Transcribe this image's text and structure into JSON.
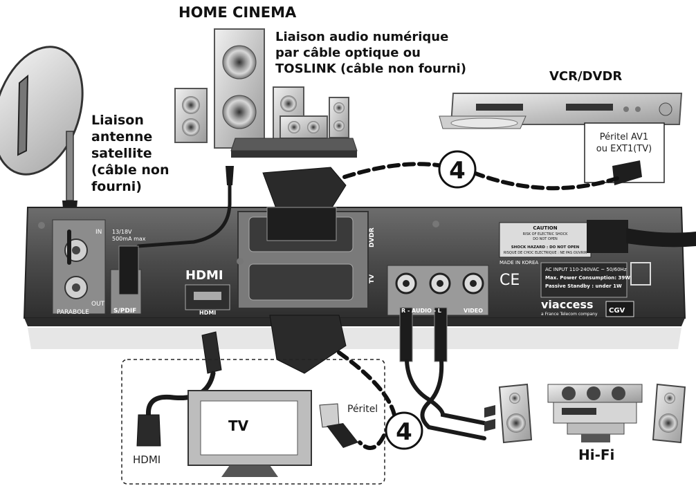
{
  "labels": {
    "home_cinema": "HOME CINEMA",
    "optical_line1": "Liaison audio numérique",
    "optical_line2": "par câble optique ou",
    "optical_line3": "TOSLINK (câble non fourni)",
    "vcr": "VCR/DVDR",
    "peritel_av1": "Péritel AV1",
    "ext1": "ou EXT1(TV)",
    "sat_line1": "Liaison",
    "sat_line2": "antenne",
    "sat_line3": "satellite",
    "sat_line4": "(câble non",
    "sat_line5": "fourni)",
    "tv": "TV",
    "hdmi_bottom": "HDMI",
    "peritel_bottom": "Péritel",
    "hifi": "Hi-Fi",
    "callout_top": "4",
    "callout_bottom": "4"
  },
  "panel": {
    "in": "IN",
    "out": "OUT",
    "lnb_v": "13/18V",
    "lnb_ma": "500mA max",
    "parabole": "PARABOLE",
    "spdif": "S/PDIF",
    "hdmi_logo": "HDMI",
    "hdmi_port": "HDMI",
    "dvdr": "DVDR",
    "tv_scart": "TV",
    "audio_rl": "R - AUDIO - L",
    "video": "VIDEO",
    "made_in": "MADE IN KOREA",
    "caution": "CAUTION",
    "caution_sub1": "RISK OF ELECTRIC SHOCK",
    "caution_sub2": "DO NOT OPEN",
    "shock1": "SHOCK HAZARD : DO NOT OPEN",
    "shock2": "RISQUE DE CHOC ELECTRIQUE : NE PAS OUVRIR",
    "ac_input": "AC INPUT 110-240VAC ~ 50/60Hz",
    "max_power": "Max. Power Consumption: 39W",
    "standby": "Passive Standby : under 1W",
    "ce": "CE",
    "viaccess": "viaccess",
    "ftc": "a France Telecom company",
    "cgv": "CGV"
  },
  "colors": {
    "panel": "#4a4a4a",
    "panel_light": "#8a8a8a",
    "cable": "#1a1a1a"
  }
}
